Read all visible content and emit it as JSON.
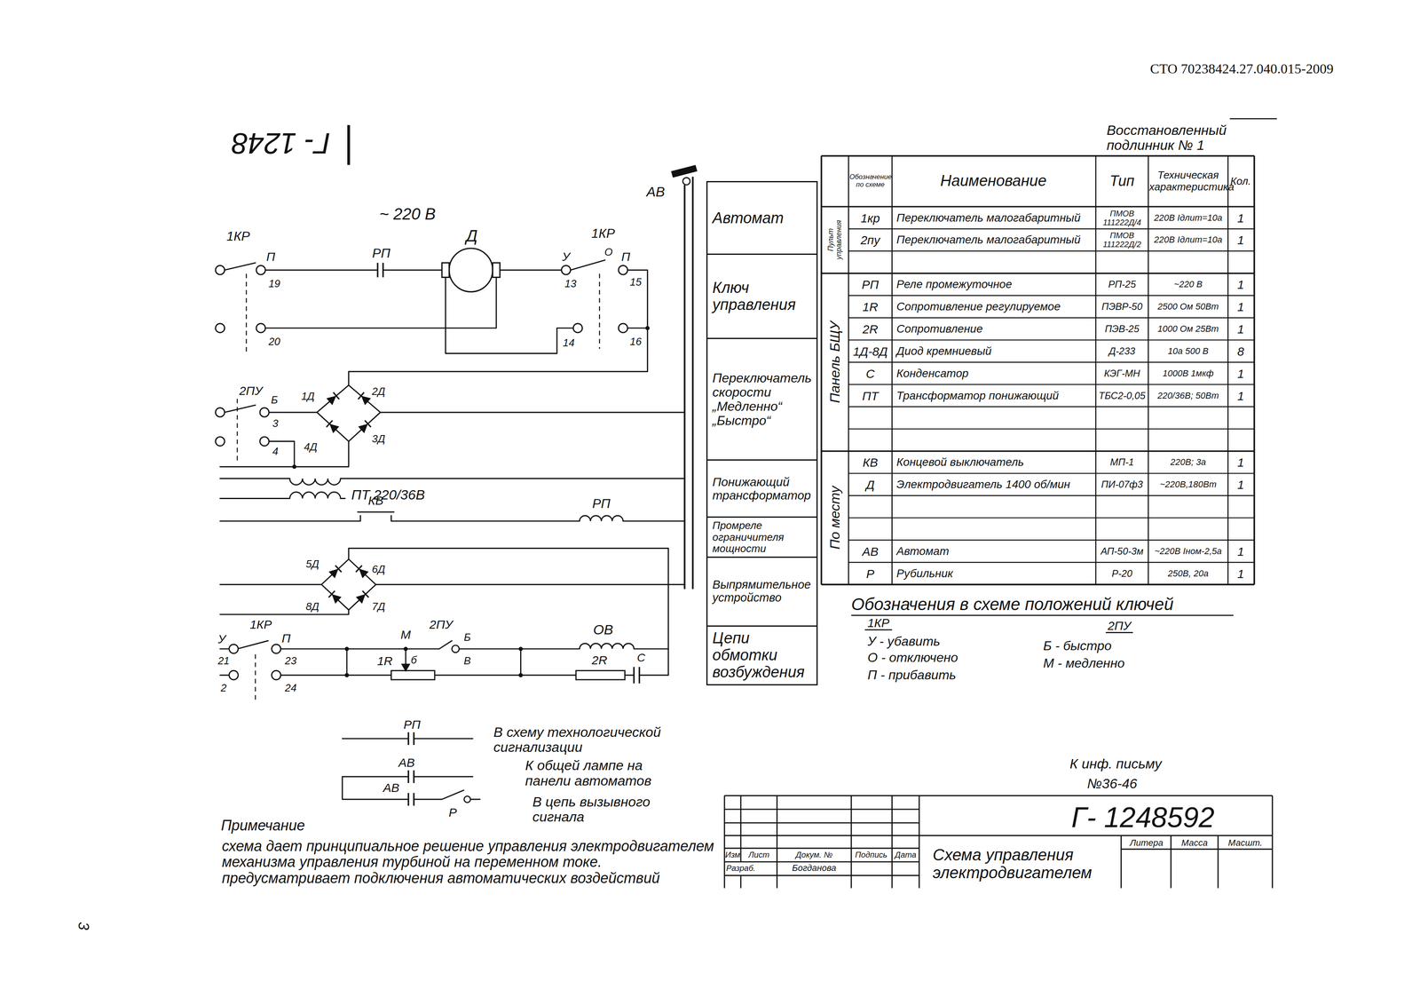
{
  "diagram": {
    "nodes": [
      {
        "text": [
          "Автомат"
        ]
      },
      {
        "text": [
          "Ключ управления"
        ]
      },
      {
        "text": [
          "Переключатель скорости „Медленно“ „Быстро“"
        ]
      },
      {
        "text": [
          "Понижающий трансформатор"
        ]
      },
      {
        "text": [
          "Промреле ограничителя мощности"
        ]
      },
      {
        "text": [
          "Выпрямительное устройство"
        ]
      },
      {
        "text": [
          "Цепи обмотки возбуждения"
        ]
      }
    ],
    "labels": [
      "СТО 70238424.27.040.015-2009",
      "Г- 1248",
      "Восстановленный подлинник № 1",
      "Обозначение по схеме",
      "Наименование",
      "Тип",
      "Техническая характеристика",
      "Кол.",
      "Пульт управления",
      "Панель БЩУ",
      "По месту",
      "1кр",
      "Переключатель малогабаритный",
      "ПМОВ 111222Д/4",
      "220В Iдлит=10а",
      "1",
      "2пу",
      "Переключатель малогабаритный",
      "ПМОВ 111222Д/2",
      "220В Iдлит=10а",
      "1",
      "РП",
      "Реле промежуточное",
      "РП-25",
      "~220 В",
      "1",
      "1R",
      "Сопротивление регулируемое",
      "ПЭВР-50",
      "2500 Ом 50Вт",
      "1",
      "2R",
      "Сопротивление",
      "ПЭВ-25",
      "1000 Ом 25Вт",
      "1",
      "1Д-8Д",
      "Диод кремниевый",
      "Д-233",
      "10а 500 В",
      "8",
      "С",
      "Конденсатор",
      "КЭГ-МН",
      "1000В 1мкф",
      "1",
      "ПТ",
      "Трансформатор понижающий",
      "ТБС2-0,05",
      "220/36В; 50Вт",
      "1",
      "КВ",
      "Концевой выключатель",
      "МП-1",
      "220В; 3а",
      "1",
      "Д",
      "Электродвигатель 1400 об/мин",
      "ПИ-07ф3",
      "~220В,180Вт",
      "1",
      "АВ",
      "Автомат",
      "АП-50-3м",
      "~220В Iном-2,5а",
      "1",
      "Р",
      "Рубильник",
      "Р-20",
      "250В, 20а",
      "1",
      "Обозначения в схеме положений ключей",
      "1КР",
      "2ПУ",
      "У - убавить",
      "О - отключено",
      "П - прибавить",
      "Б - быстро",
      "М - медленно",
      "~ 220 В",
      "1КР",
      "П",
      "19",
      "РП",
      "Д",
      "У",
      "13",
      "1КР",
      "О",
      "П",
      "15",
      "20",
      "14",
      "16",
      "2ПУ",
      "Б",
      "3",
      "4",
      "1Д",
      "2Д",
      "4Д",
      "3Д",
      "ПТ 220/36В",
      "КВ",
      "РП",
      "5Д",
      "6Д",
      "8Д",
      "7Д",
      "У",
      "1КР",
      "П",
      "21",
      "23",
      "2",
      "24",
      "М",
      "2ПУ",
      "Б",
      "В",
      "1R",
      "б",
      "ОВ",
      "2R",
      "С",
      "АВ",
      "РП",
      "В схему технологической сигнализации",
      "АВ",
      "К общей лампе на панели автоматов",
      "АВ",
      "Р",
      "В цепь вызывного сигнала",
      "Примечание",
      "схема дает принципиальное решение управления электродвигателем механизма управления турбиной на переменном токе. предусматривает подключения автоматических воздействий",
      "К инф. письму",
      "№36-46",
      "Г- 1248592",
      "Изм",
      "Лист",
      "Докум. №",
      "Подпись",
      "Дата",
      "Разраб.",
      "Богданова",
      "Схема управления электродвигателем",
      "Литера",
      "Масса",
      "Масшт.",
      "3"
    ]
  }
}
